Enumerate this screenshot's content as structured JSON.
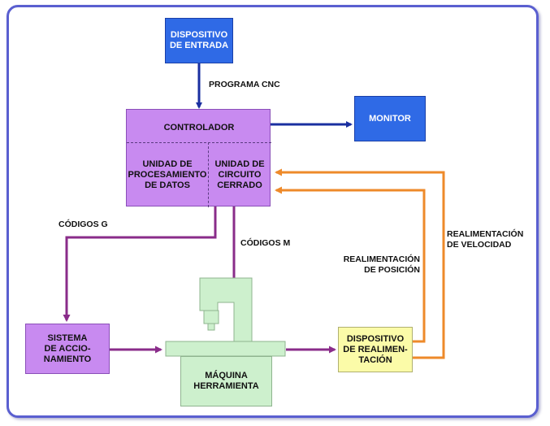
{
  "nodes": {
    "entrada": "DISPOSITIVO\nDE ENTRADA",
    "controlador": "CONTROLADOR",
    "unidad_datos": "UNIDAD DE\nPROCESAMIENTO\nDE DATOS",
    "unidad_circuito": "UNIDAD DE\nCIRCUITO\nCERRADO",
    "monitor": "MONITOR",
    "sistema": "SISTEMA\nDE ACCIO-\nNAMIENTO",
    "maquina": "MÁQUINA\nHERRAMIENTA",
    "realimentacion": "DISPOSITIVO\nDE REALIMEN-\nTACIÓN"
  },
  "labels": {
    "programa": "PROGRAMA CNC",
    "codigos_g": "CÓDIGOS G",
    "codigos_m": "CÓDIGOS M",
    "realim_posicion": "REALIMENTACIÓN\nDE POSICIÓN",
    "realim_velocidad": "REALIMENTACIÓN\nDE VELOCIDAD"
  },
  "colors": {
    "input_box": "#2f6ae6",
    "controller_box": "#c88af0",
    "machine_box": "#cdf0cd",
    "feedback_box": "#fbfba8",
    "arrow_blue": "#1a2fa0",
    "arrow_purple": "#8a2c8a",
    "arrow_orange": "#ee8a2a",
    "frame": "#5a5fd0"
  }
}
